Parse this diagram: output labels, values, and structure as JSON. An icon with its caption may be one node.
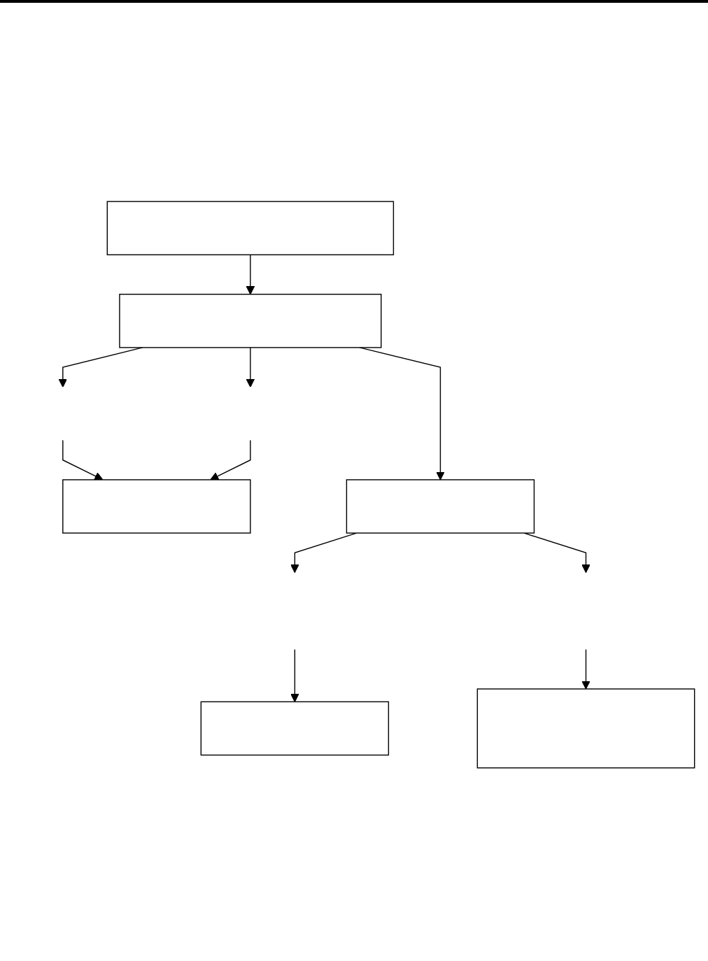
{
  "diagram": {
    "nodes": [
      {
        "text": [],
        "shape": "box"
      },
      {
        "text": [],
        "shape": "box"
      },
      {
        "text": [],
        "shape": "box"
      },
      {
        "text": [],
        "shape": "box"
      },
      {
        "text": [],
        "shape": "box"
      },
      {
        "text": [],
        "shape": "box"
      }
    ],
    "edges": [
      {
        "from": 0,
        "to": 1,
        "arrow": "to"
      },
      {
        "from": 1,
        "to": null,
        "arrow": "to"
      },
      {
        "from": 1,
        "to": null,
        "arrow": "to"
      },
      {
        "from": null,
        "to": 2,
        "arrow": "to"
      },
      {
        "from": null,
        "to": 2,
        "arrow": "to"
      },
      {
        "from": 1,
        "to": 3,
        "arrow": "to"
      },
      {
        "from": 3,
        "to": null,
        "arrow": "to"
      },
      {
        "from": 3,
        "to": null,
        "arrow": "to"
      },
      {
        "from": null,
        "to": 4,
        "arrow": "to"
      },
      {
        "from": null,
        "to": 5,
        "arrow": "to"
      }
    ]
  }
}
